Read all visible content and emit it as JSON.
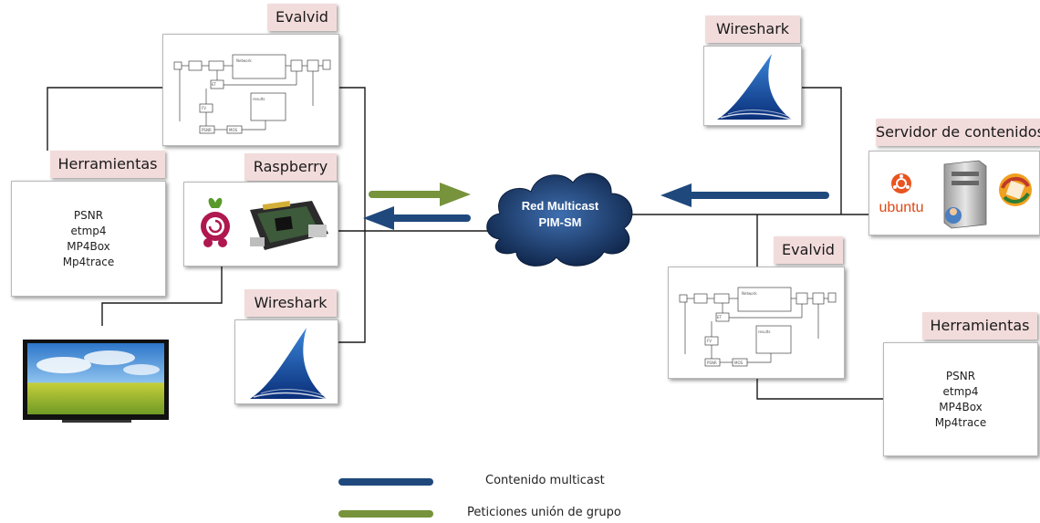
{
  "labels": {
    "evalvid_left": "Evalvid",
    "evalvid_right": "Evalvid",
    "herramientas_left": "Herramientas",
    "herramientas_right": "Herramientas",
    "raspberry": "Raspberry",
    "wireshark_left": "Wireshark",
    "wireshark_right": "Wireshark",
    "servidor": "Servidor de contenidos",
    "cloud_line1": "Red Multicast",
    "cloud_line2": "PIM-SM",
    "ubuntu": "ubuntu"
  },
  "tools_left": [
    "PSNR",
    "etmp4",
    "MP4Box",
    "Mp4trace"
  ],
  "tools_right": [
    "PSNR",
    "etmp4",
    "MP4Box",
    "Mp4trace"
  ],
  "legend": {
    "multicast": "Contenido multicast",
    "join": "Peticiones unión de grupo"
  },
  "colors": {
    "multicast_arrow": "#1f497d",
    "join_arrow": "#77933c",
    "tag_bg": "#f2dcdb",
    "cloud": "#1c3a6e"
  },
  "icons": [
    "evalvid-diagram-icon",
    "raspberry-pi-icon",
    "wireshark-fin-icon",
    "tv-icon",
    "ubuntu-logo-icon",
    "server-icon",
    "server-user-icon"
  ]
}
